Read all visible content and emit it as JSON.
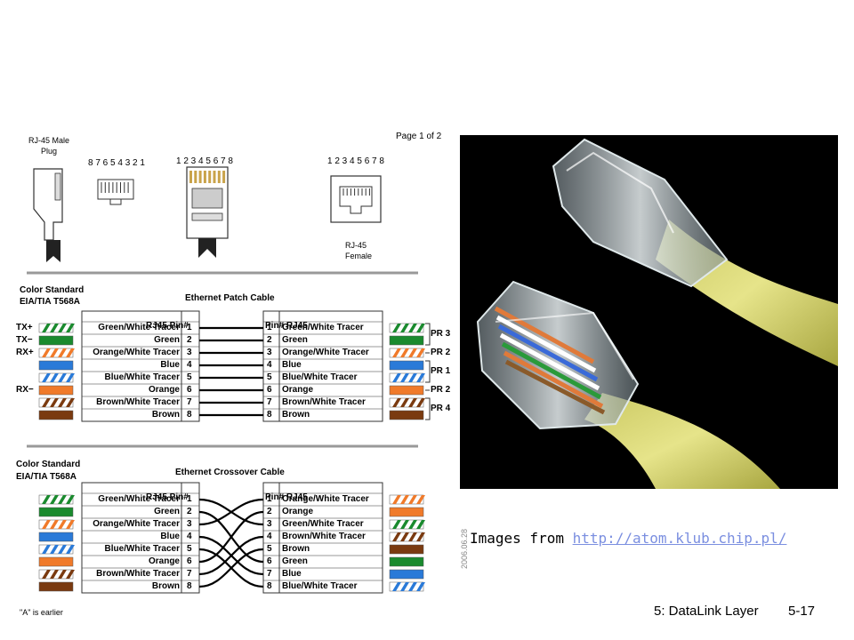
{
  "diagram": {
    "page_label": "Page 1 of 2",
    "plug_label_line1": "RJ-45 Male",
    "plug_label_line2": "Plug",
    "pins_reversed": "8 7 6 5 4 3 2 1",
    "pins_forward_1": "1 2 3 4 5 6 7 8",
    "pins_forward_2": "1 2 3 4 5 6 7 8",
    "female_label_line1": "RJ-45",
    "female_label_line2": "Female",
    "patch": {
      "standard_line1": "Color Standard",
      "standard_line2": "EIA/TIA T568A",
      "title": "Ethernet Patch Cable",
      "left_header": "RJ45  Pin#",
      "right_header": "Pin#  RJ45",
      "left_wires": [
        "Green/White Tracer",
        "Green",
        "Orange/White Tracer",
        "Blue",
        "Blue/White Tracer",
        "Orange",
        "Brown/White Tracer",
        "Brown"
      ],
      "right_wires": [
        "Green/White Tracer",
        "Green",
        "Orange/White Tracer",
        "Blue",
        "Blue/White Tracer",
        "Orange",
        "Brown/White Tracer",
        "Brown"
      ],
      "signals": [
        "TX+",
        "TX−",
        "RX+",
        "",
        "",
        "RX−",
        "",
        ""
      ],
      "pairs": [
        "PR 3",
        "PR 2",
        "PR 1",
        "PR 2",
        "PR 4"
      ]
    },
    "crossover": {
      "standard_line1": "Color Standard",
      "standard_line2": "EIA/TIA T568A",
      "title": "Ethernet Crossover Cable",
      "left_header": "RJ45  Pin#",
      "right_header": "Pin#  RJ45",
      "left_wires": [
        "Green/White Tracer",
        "Green",
        "Orange/White Tracer",
        "Blue",
        "Blue/White Tracer",
        "Orange",
        "Brown/White Tracer",
        "Brown"
      ],
      "right_wires": [
        "Orange/White Tracer",
        "Orange",
        "Green/White Tracer",
        "Brown/White Tracer",
        "Brown",
        "Green",
        "Blue",
        "Blue/White Tracer"
      ],
      "footnote": "\"A\" is earlier"
    },
    "date_stamp": "2006.06.28"
  },
  "caption": {
    "prefix": "Images from ",
    "link": "http://atom.klub.chip.pl/"
  },
  "footer": {
    "title": "5: DataLink Layer",
    "page": "5-17"
  },
  "colors": {
    "green": "#1a8a2e",
    "orange": "#f07a2a",
    "blue": "#2a7ad8",
    "brown": "#7a3a10"
  }
}
